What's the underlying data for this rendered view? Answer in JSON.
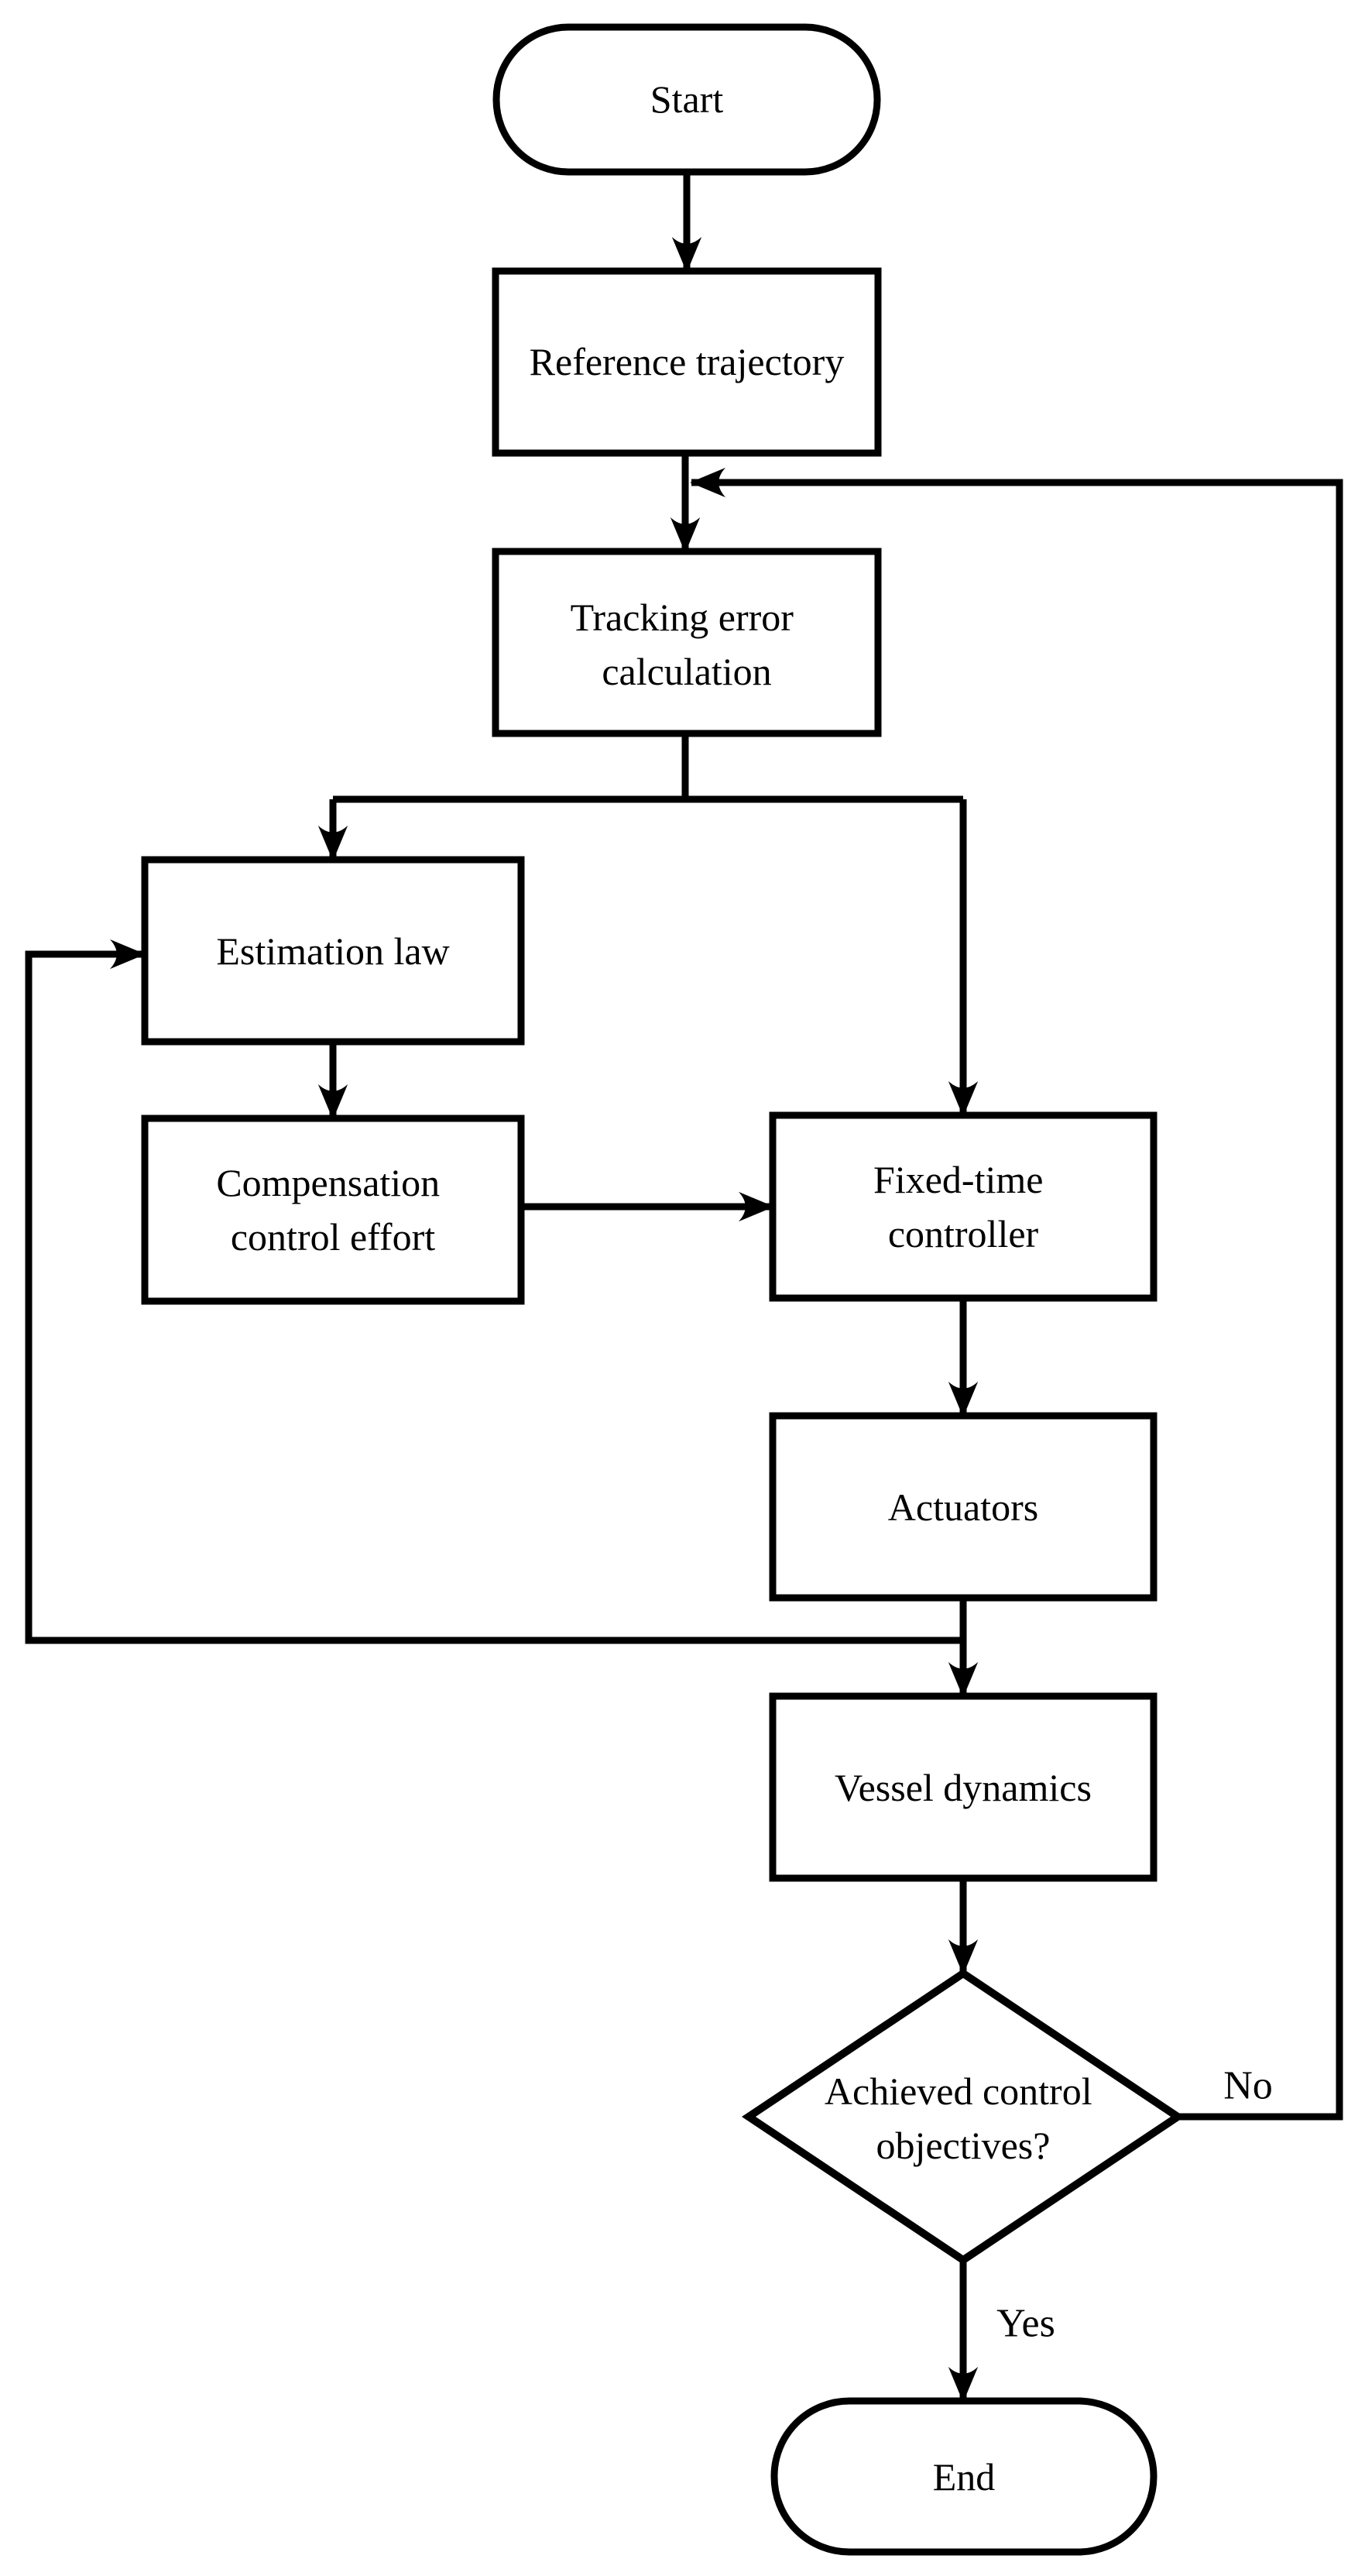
{
  "figure": {
    "type": "flowchart",
    "background_color": "#ffffff",
    "stroke_color": "#000000",
    "nodes": {
      "start": {
        "shape": "terminator",
        "label": "Start"
      },
      "reference": {
        "shape": "process",
        "label": "Reference trajectory"
      },
      "tracking": {
        "shape": "process",
        "lines": [
          "Tracking error",
          "calculation"
        ]
      },
      "estimation": {
        "shape": "process",
        "label": "Estimation law"
      },
      "compensation": {
        "shape": "process",
        "lines": [
          "Compensation",
          "control effort"
        ]
      },
      "fixed_time": {
        "shape": "process",
        "lines": [
          "Fixed-time",
          "controller"
        ]
      },
      "actuators": {
        "shape": "process",
        "label": "Actuators"
      },
      "vessel": {
        "shape": "process",
        "label": "Vessel dynamics"
      },
      "decision": {
        "shape": "decision",
        "lines": [
          "Achieved control",
          "objectives?"
        ]
      },
      "end": {
        "shape": "terminator",
        "label": "End"
      }
    },
    "edge_labels": {
      "no": "No",
      "yes": "Yes"
    }
  }
}
